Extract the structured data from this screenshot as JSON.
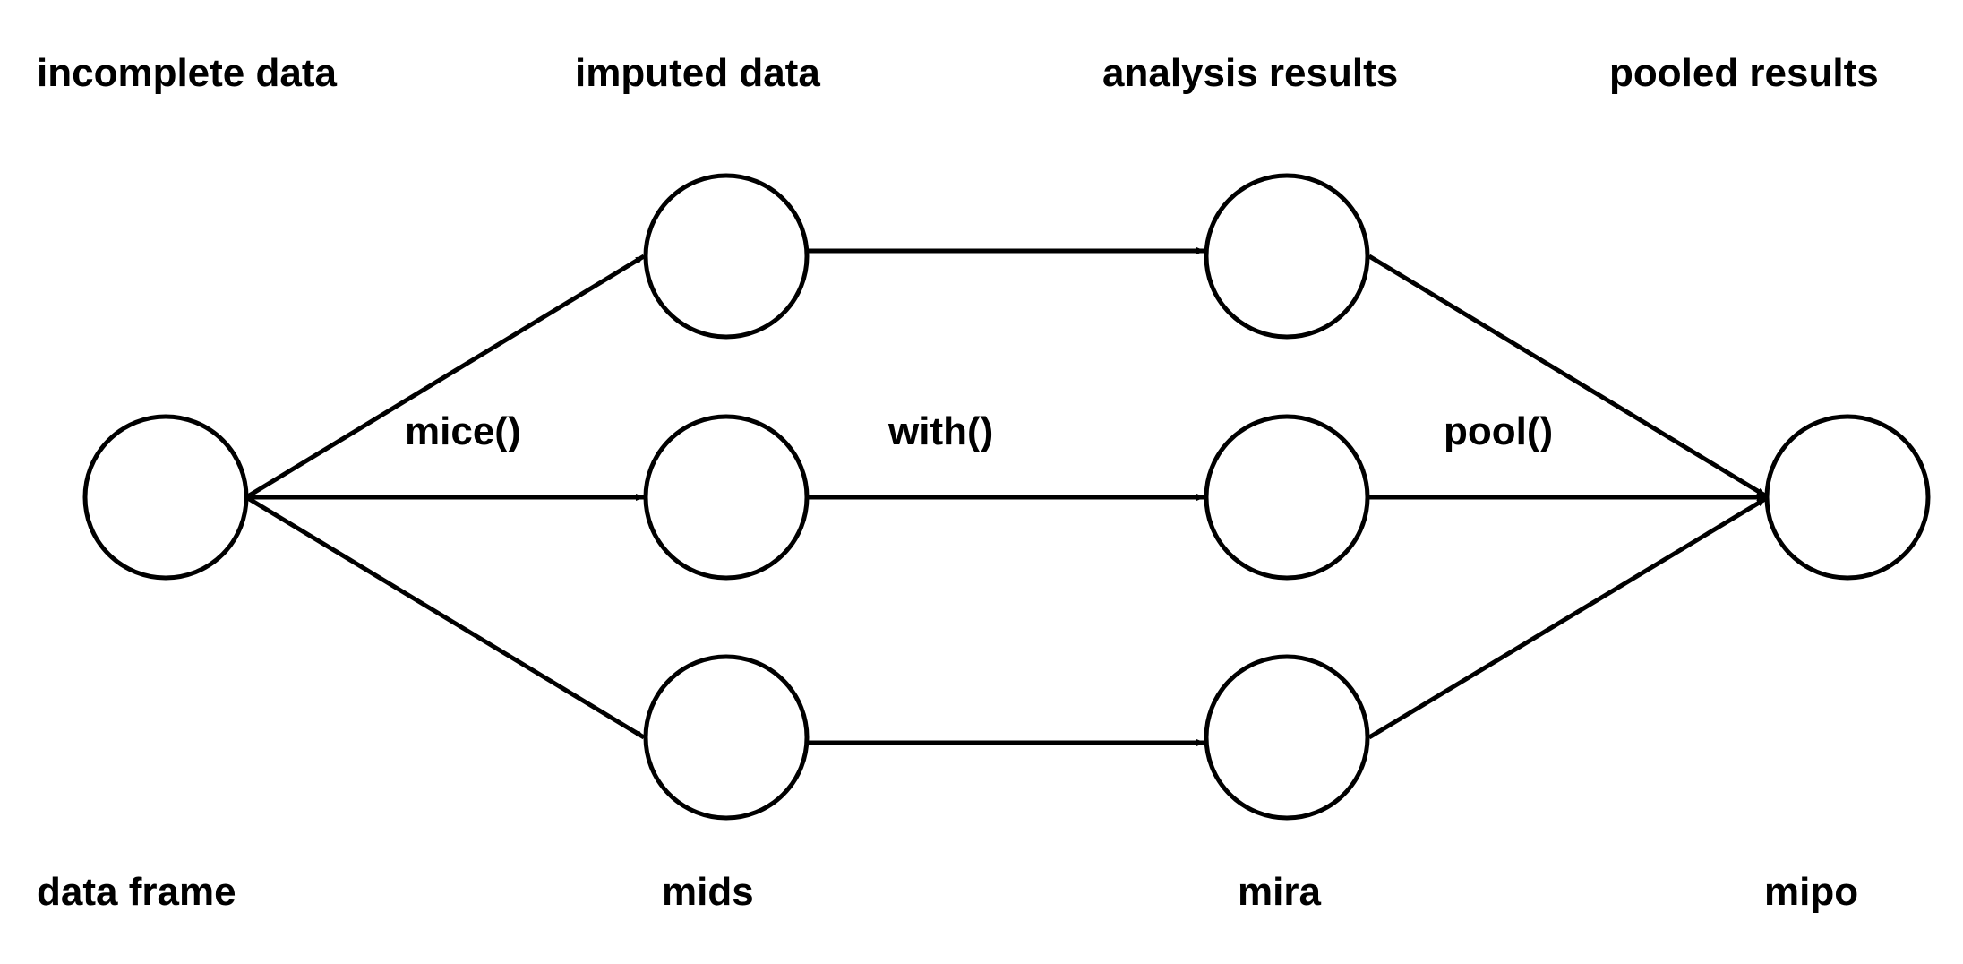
{
  "headers": {
    "incomplete_data": "incomplete data",
    "imputed_data": "imputed data",
    "analysis_results": "analysis results",
    "pooled_results": "pooled results"
  },
  "functions": {
    "mice": "mice()",
    "with": "with()",
    "pool": "pool()"
  },
  "classes": {
    "data_frame": "data frame",
    "mids": "mids",
    "mira": "mira",
    "mipo": "mipo"
  },
  "colors": {
    "stroke": "#000000",
    "background": "#ffffff"
  }
}
